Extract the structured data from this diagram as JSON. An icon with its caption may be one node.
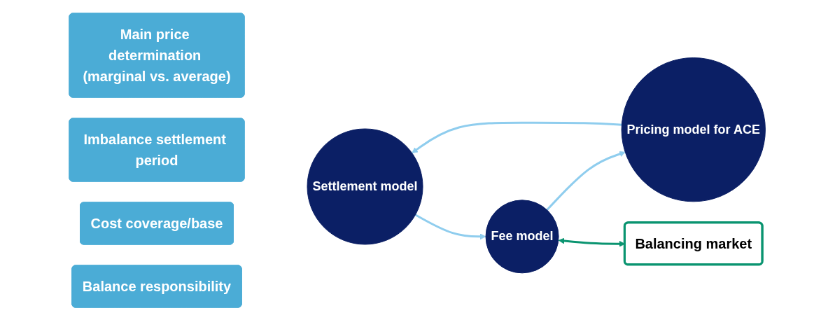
{
  "diagram": {
    "nodes": [
      {
        "text": [
          "Balance responsibility"
        ]
      },
      {
        "text": [
          "Cost coverage/base"
        ]
      },
      {
        "text": [
          "Imbalance settlement period"
        ]
      },
      {
        "text": [
          "Main price determination (marginal vs. average)"
        ]
      },
      {
        "text": [
          "Settlement model"
        ]
      },
      {
        "text": [
          "Fee model"
        ]
      },
      {
        "text": [
          "Pricing model for ACE"
        ]
      },
      {
        "text": [
          "Balancing market"
        ]
      }
    ],
    "edges": [
      {
        "from": 4,
        "to": 5,
        "arrow": "to"
      },
      {
        "from": 5,
        "to": 6,
        "arrow": "to"
      },
      {
        "from": 6,
        "to": 4,
        "arrow": "to"
      },
      {
        "from": 5,
        "to": 7,
        "arrow": "both",
        "color": "#0a9470"
      }
    ]
  }
}
